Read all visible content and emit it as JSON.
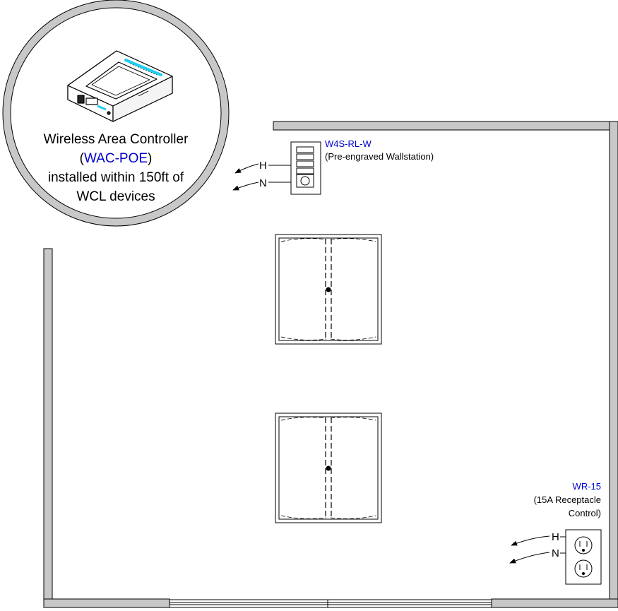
{
  "controller": {
    "line1": "Wireless Area Controller",
    "open_paren": "(",
    "model": "WAC-POE",
    "close_paren": ")",
    "line3": "installed within 150ft of",
    "line4": "WCL devices"
  },
  "wallstation": {
    "model": "W4S-RL-W",
    "description": "(Pre-engraved Wallstation)",
    "hot_label": "H",
    "neutral_label": "N"
  },
  "receptacle": {
    "model": "WR-15",
    "description_line1": "(15A Receptacle",
    "description_line2": "Control)",
    "hot_label": "H",
    "neutral_label": "N"
  },
  "colors": {
    "model_text": "#0000cc",
    "wall": "#c8c8c8",
    "line": "#000000"
  },
  "icons": [
    "controller-device-icon",
    "wallstation-icon",
    "duplex-receptacle-icon",
    "light-fixture-icon",
    "arrow-icon"
  ]
}
